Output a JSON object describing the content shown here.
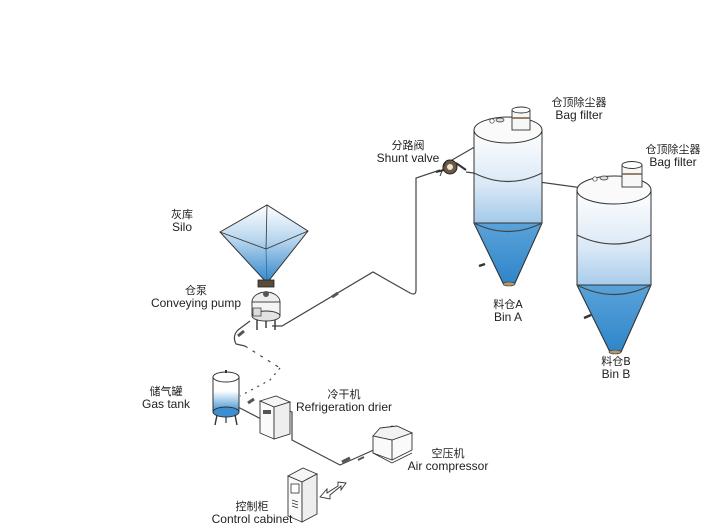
{
  "diagram": {
    "title": "Pneumatic conveying system",
    "components": [
      {
        "id": "silo",
        "zh": "灰库",
        "en": "Silo"
      },
      {
        "id": "conveying_pump",
        "zh": "仓泵",
        "en": "Conveying pump"
      },
      {
        "id": "shunt_valve",
        "zh": "分路阀",
        "en": "Shunt valve"
      },
      {
        "id": "bag_filter_a",
        "zh": "仓顶除尘器",
        "en": "Bag filter"
      },
      {
        "id": "bag_filter_b",
        "zh": "仓顶除尘器",
        "en": "Bag filter"
      },
      {
        "id": "bin_a",
        "zh": "料仓A",
        "en": "Bin A"
      },
      {
        "id": "bin_b",
        "zh": "料仓B",
        "en": "Bin B"
      },
      {
        "id": "gas_tank",
        "zh": "储气罐",
        "en": "Gas tank"
      },
      {
        "id": "refrigeration_drier",
        "zh": "冷干机",
        "en": "Refrigeration drier"
      },
      {
        "id": "air_compressor",
        "zh": "空压机",
        "en": "Air compressor"
      },
      {
        "id": "control_cabinet",
        "zh": "控制柜",
        "en": "Control cabinet"
      }
    ],
    "connections": [
      {
        "from": "silo",
        "to": "conveying_pump",
        "type": "material"
      },
      {
        "from": "conveying_pump",
        "to": "shunt_valve",
        "type": "material-pipe"
      },
      {
        "from": "shunt_valve",
        "to": "bin_a",
        "type": "material-pipe"
      },
      {
        "from": "shunt_valve",
        "to": "bin_b",
        "type": "material-pipe"
      },
      {
        "from": "air_compressor",
        "to": "refrigeration_drier",
        "type": "air"
      },
      {
        "from": "refrigeration_drier",
        "to": "gas_tank",
        "type": "air"
      },
      {
        "from": "gas_tank",
        "to": "conveying_pump",
        "type": "air"
      },
      {
        "from": "control_cabinet",
        "to": "air_compressor",
        "type": "control-signal"
      }
    ],
    "colors": {
      "fill_light": "#e8f1fa",
      "fill_blue": "#3b8fd0",
      "line": "#333333"
    }
  }
}
